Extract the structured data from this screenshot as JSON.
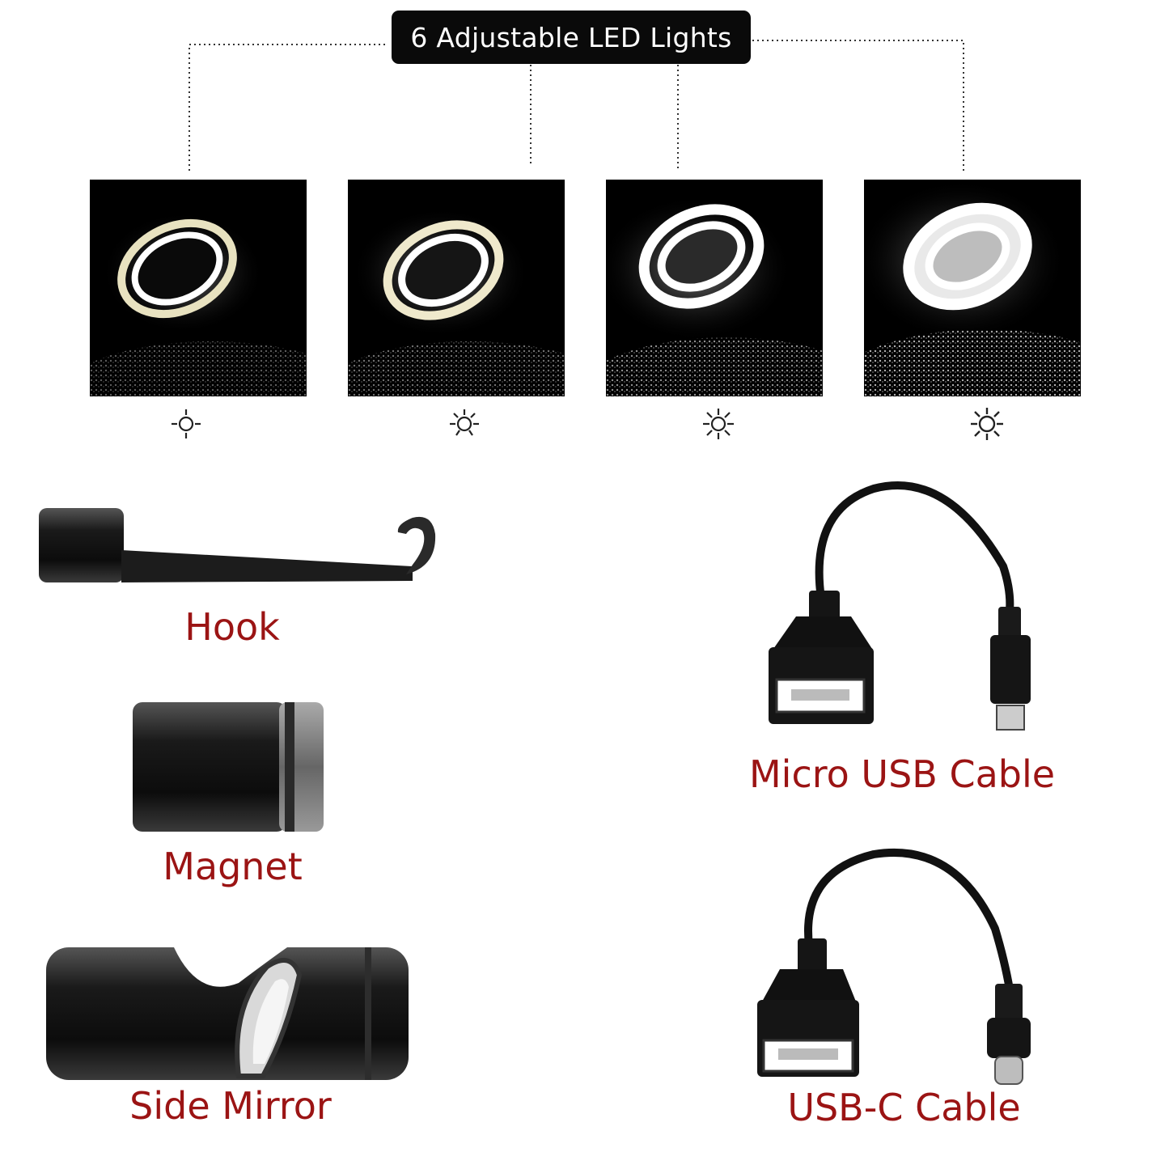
{
  "header": {
    "title": "6 Adjustable LED Lights"
  },
  "brightness_levels": [
    {
      "icon": "brightness-level-1-icon"
    },
    {
      "icon": "brightness-level-2-icon"
    },
    {
      "icon": "brightness-level-3-icon"
    },
    {
      "icon": "brightness-level-4-icon"
    }
  ],
  "accessories": {
    "hook": "Hook",
    "magnet": "Magnet",
    "side_mirror": "Side Mirror",
    "micro_usb": "Micro USB Cable",
    "usb_c": "USB-C Cable"
  },
  "colors": {
    "label": "#9b1414",
    "pill": "#0a0a0a"
  }
}
